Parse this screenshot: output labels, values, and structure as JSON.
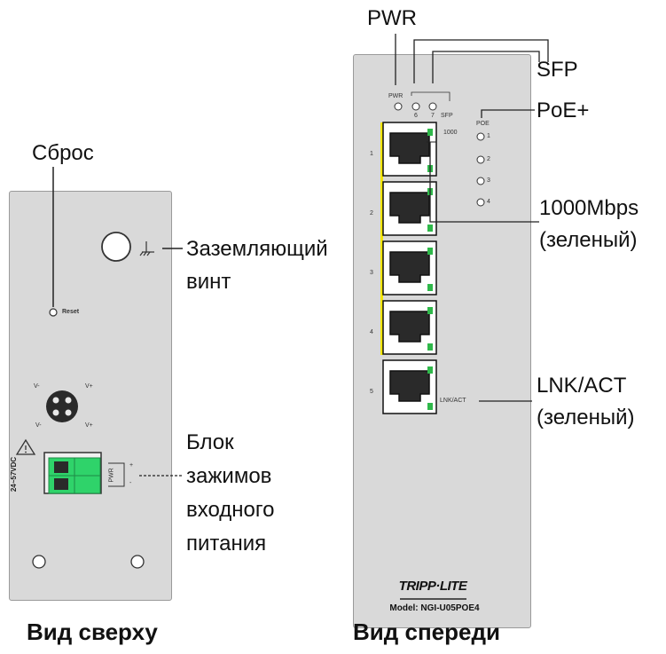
{
  "top_view": {
    "reset_callout": "Сброс",
    "reset_label": "Reset",
    "ground_callout_line1": "Заземляющий",
    "ground_callout_line2": "винт",
    "connector_pin_labels": [
      "V-",
      "V+",
      "V-",
      "V+"
    ],
    "voltage_label": "24~57VDC",
    "pwr_label": "PWR",
    "terminal_callout_lines": [
      "Блок",
      "зажимов",
      "входного",
      "питания"
    ],
    "caption": "Вид сверху"
  },
  "front_view": {
    "pwr_callout": "PWR",
    "sfp_callout": "SFP",
    "poe_callout": "PoE+",
    "gbps_callout_line1": "1000Mbps",
    "gbps_callout_line2": "(зеленый)",
    "lnk_callout_line1": "LNK/ACT",
    "lnk_callout_line2": "(зеленый)",
    "led_pwr_label": "PWR",
    "led_sfp_6": "6",
    "led_sfp_7": "7",
    "led_sfp_label": "SFP",
    "label_1000": "1000",
    "poe_header": "POE",
    "poe_leds": [
      "1",
      "2",
      "3",
      "4"
    ],
    "port_numbers": [
      "1",
      "2",
      "3",
      "4",
      "5"
    ],
    "lnk_label": "LNK/ACT",
    "brand": "TRIPP·LITE",
    "model": "Model: NGI-U05POE4",
    "caption": "Вид спереди"
  },
  "colors": {
    "panel": "#d9d9d9",
    "terminal_green": "#2fd36a",
    "port_led_green": "#2fb84a",
    "poe_yellow": "#f2e600"
  }
}
